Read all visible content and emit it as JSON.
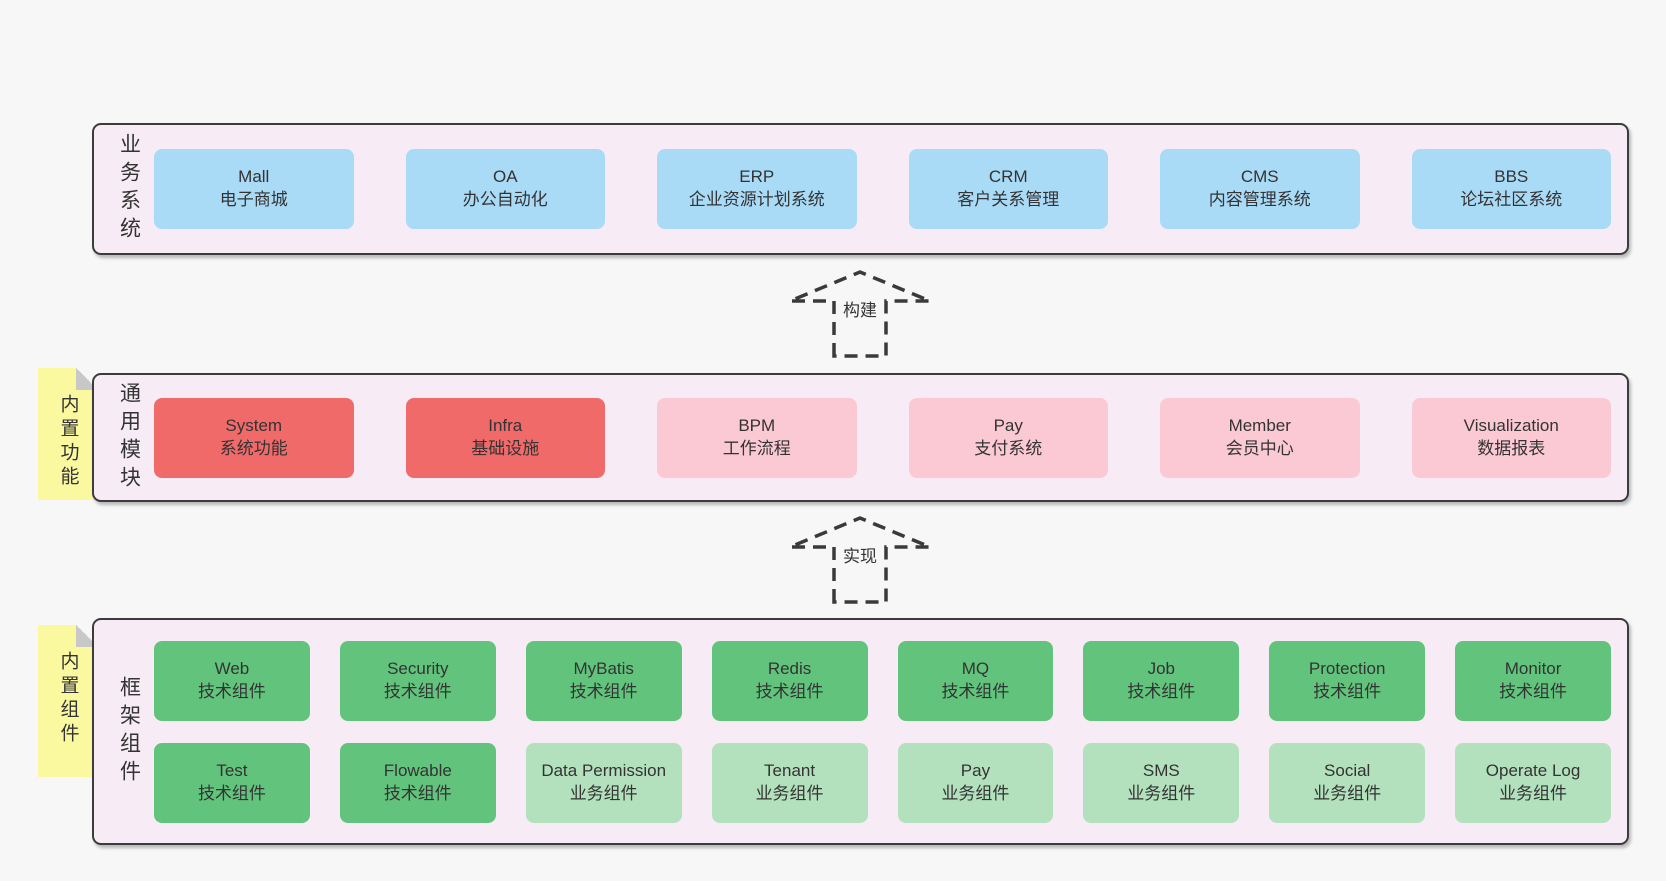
{
  "palette": {
    "page-bg": "#f7f7f7",
    "panel-bg": "#f7ecf5",
    "panel-border": "#3c3c3c",
    "blue": "#a9daf6",
    "red": "#f16a6a",
    "pink": "#fbc9d4",
    "green": "#62c47c",
    "light-green": "#b3e1bd",
    "note-yellow": "#fbf9a0",
    "note-fold": "#c8c8c8",
    "text": "#333333",
    "arrow": "#3a3a3a"
  },
  "arrows": [
    {
      "label": "构建"
    },
    {
      "label": "实现"
    }
  ],
  "sections": [
    {
      "label": "业务系统",
      "boxes": [
        {
          "title": "Mall",
          "subtitle": "电子商城"
        },
        {
          "title": "OA",
          "subtitle": "办公自动化"
        },
        {
          "title": "ERP",
          "subtitle": "企业资源计划系统"
        },
        {
          "title": "CRM",
          "subtitle": "客户关系管理"
        },
        {
          "title": "CMS",
          "subtitle": "内容管理系统"
        },
        {
          "title": "BBS",
          "subtitle": "论坛社区系统"
        }
      ]
    },
    {
      "label": "通用模块",
      "sticky": "内置功能",
      "boxes": [
        {
          "title": "System",
          "subtitle": "系统功能"
        },
        {
          "title": "Infra",
          "subtitle": "基础设施"
        },
        {
          "title": "BPM",
          "subtitle": "工作流程"
        },
        {
          "title": "Pay",
          "subtitle": "支付系统"
        },
        {
          "title": "Member",
          "subtitle": "会员中心"
        },
        {
          "title": "Visualization",
          "subtitle": "数据报表"
        }
      ]
    },
    {
      "label": "框架组件",
      "sticky": "内置组件",
      "rows": [
        [
          {
            "title": "Web",
            "subtitle": "技术组件"
          },
          {
            "title": "Security",
            "subtitle": "技术组件"
          },
          {
            "title": "MyBatis",
            "subtitle": "技术组件"
          },
          {
            "title": "Redis",
            "subtitle": "技术组件"
          },
          {
            "title": "MQ",
            "subtitle": "技术组件"
          },
          {
            "title": "Job",
            "subtitle": "技术组件"
          },
          {
            "title": "Protection",
            "subtitle": "技术组件"
          },
          {
            "title": "Monitor",
            "subtitle": "技术组件"
          }
        ],
        [
          {
            "title": "Test",
            "subtitle": "技术组件"
          },
          {
            "title": "Flowable",
            "subtitle": "技术组件"
          },
          {
            "title": "Data Permission",
            "subtitle": "业务组件"
          },
          {
            "title": "Tenant",
            "subtitle": "业务组件"
          },
          {
            "title": "Pay",
            "subtitle": "业务组件"
          },
          {
            "title": "SMS",
            "subtitle": "业务组件"
          },
          {
            "title": "Social",
            "subtitle": "业务组件"
          },
          {
            "title": "Operate Log",
            "subtitle": "业务组件"
          }
        ]
      ]
    }
  ]
}
